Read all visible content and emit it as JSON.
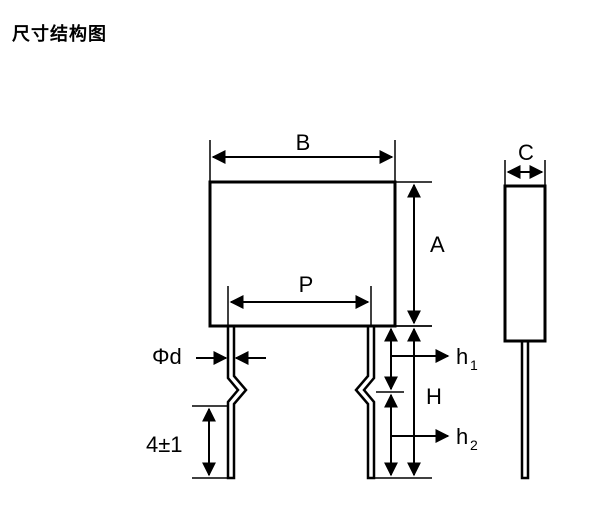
{
  "title": "尺寸结构图",
  "labels": {
    "B": "B",
    "A": "A",
    "C": "C",
    "P": "P",
    "phi_d": "Φd",
    "tolerance": "4±1",
    "H": "H",
    "h1_main": "h",
    "h1_sub": "1",
    "h2_main": "h",
    "h2_sub": "2"
  }
}
